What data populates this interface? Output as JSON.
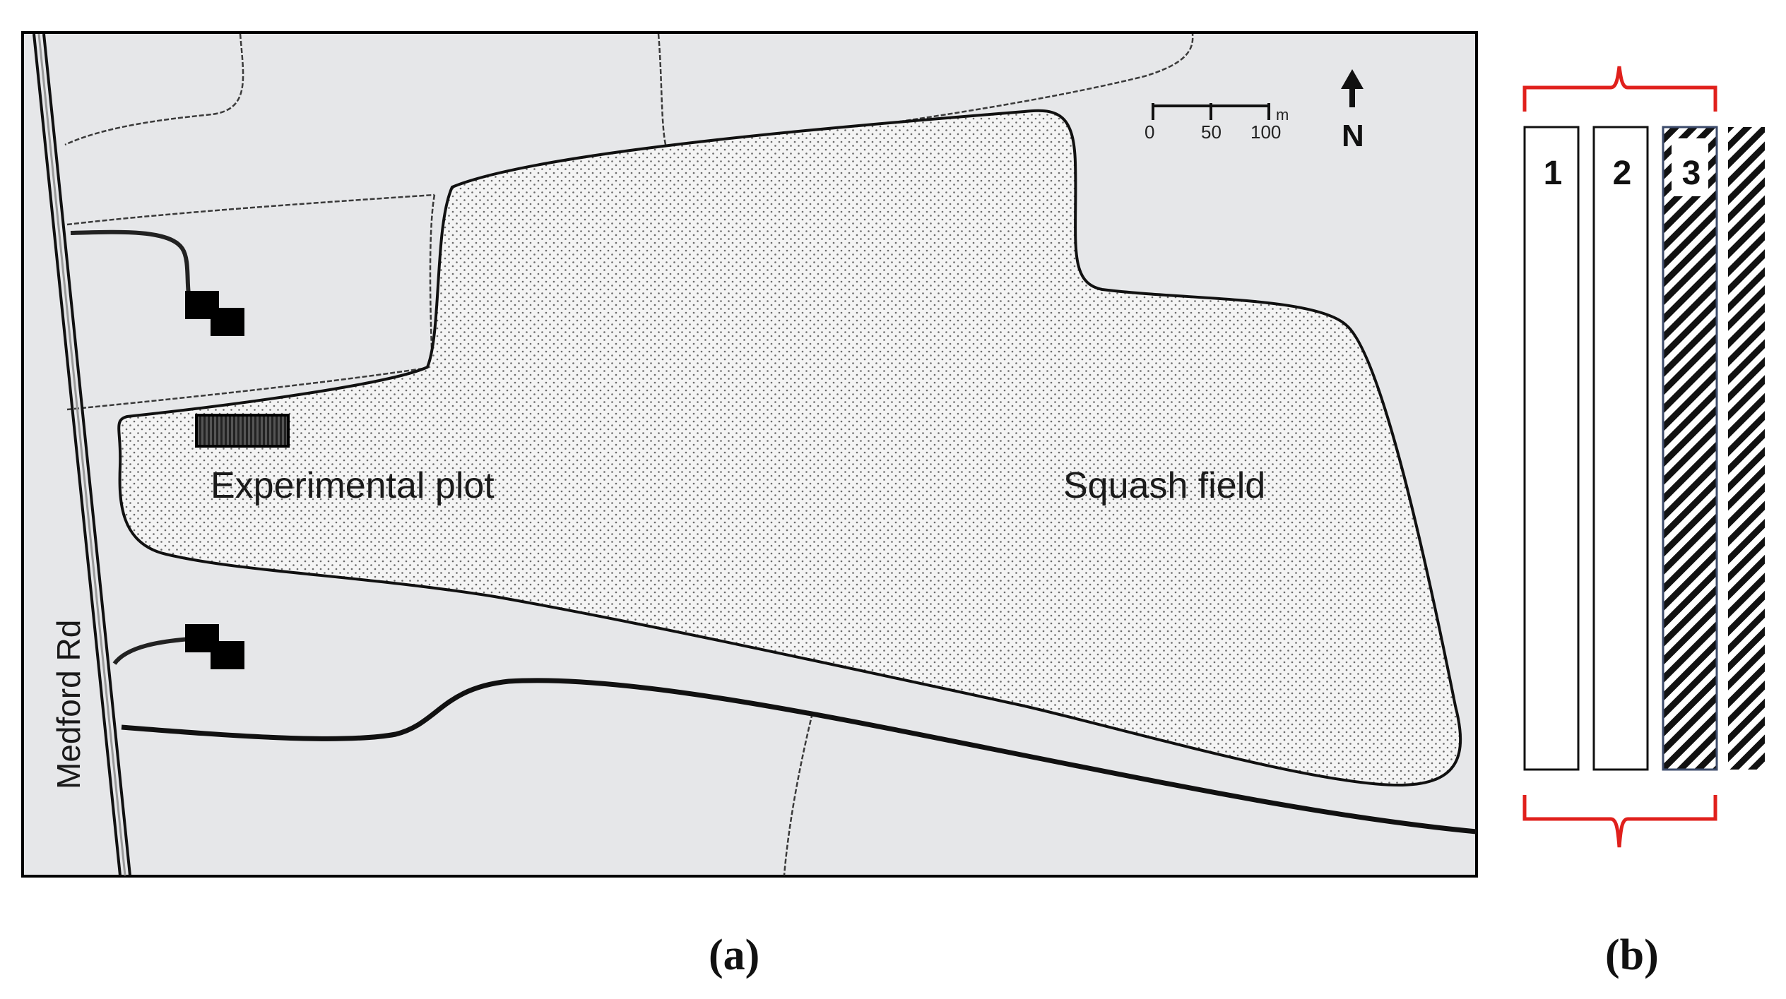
{
  "panel_a": {
    "labels": {
      "experimental_plot": "Experimental plot",
      "squash_field": "Squash field",
      "road": "Medford Rd"
    },
    "scale_bar": {
      "ticks": [
        "0",
        "50",
        "100"
      ],
      "unit": "m"
    },
    "north_label": "N"
  },
  "panel_b": {
    "strips": [
      {
        "label": "1",
        "pattern": "plain"
      },
      {
        "label": "2",
        "pattern": "plain"
      },
      {
        "label": "3",
        "pattern": "hatched"
      }
    ],
    "bracket_color": "#e0201c"
  },
  "captions": {
    "a": "(a)",
    "b": "(b)"
  },
  "colors": {
    "background_land": "#e6e7e9",
    "field_fill": "#f3f3f3",
    "buildings": "#000000"
  }
}
